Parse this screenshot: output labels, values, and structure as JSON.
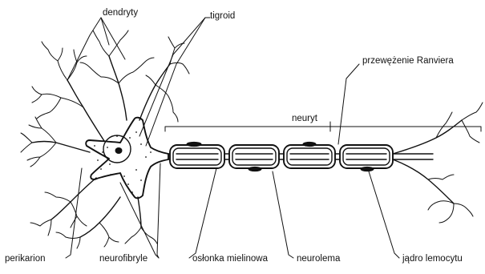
{
  "labels": {
    "dendrites": "dendryty",
    "tigroid": "tigroid",
    "ranvier": "przewężenie Ranviera",
    "neurite": "neuryt",
    "perikaryon": "perikarion",
    "neurofibrils": "neurofibryle",
    "myelin_sheath": "osłonka mielinowa",
    "neurilemma": "neurolema",
    "lemmocyte_nucleus": "jądro lemocytu"
  }
}
